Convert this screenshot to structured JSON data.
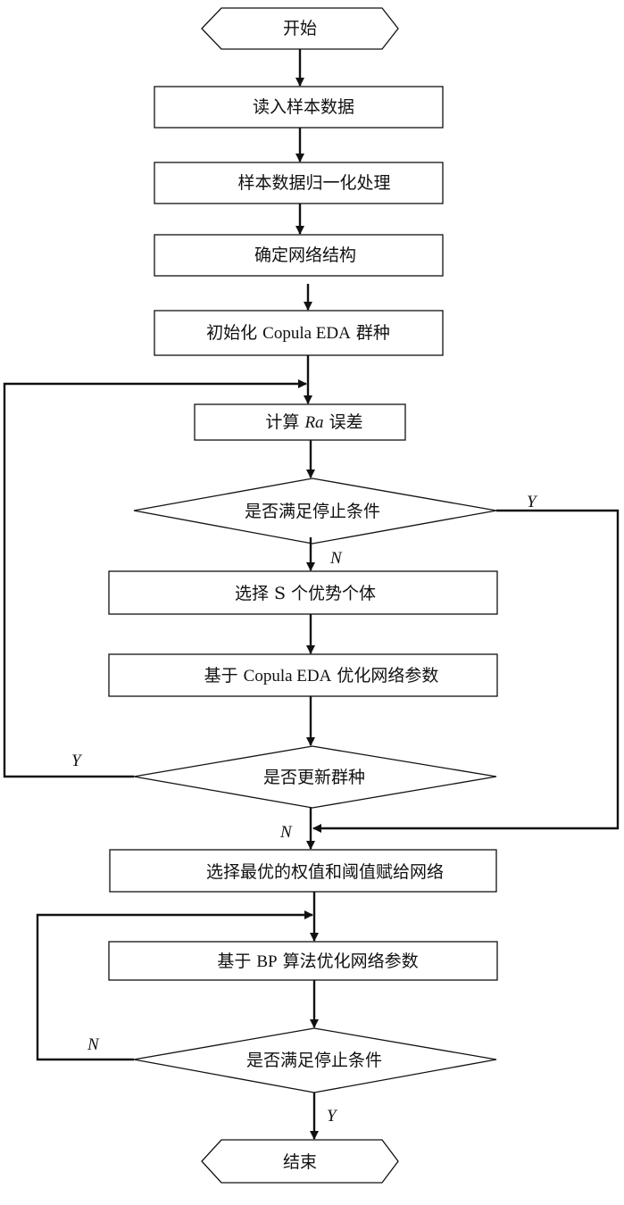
{
  "nodes": {
    "start": "开始",
    "read_data": "读入样本数据",
    "normalize": "样本数据归一化处理",
    "structure": "确定网络结构",
    "init_pop_a": "初始化 ",
    "init_pop_b": "Copula EDA",
    "init_pop_c": " 群种",
    "calc_a": "计算 ",
    "calc_b": "Ra",
    "calc_c": " 误差",
    "stop1": "是否满足停止条件",
    "select_s": "选择 S 个优势个体",
    "copula_opt_a": "基于 ",
    "copula_opt_b": "Copula EDA",
    "copula_opt_c": " 优化网络参数",
    "update_pop": "是否更新群种",
    "select_best": "选择最优的权值和阈值赋给网络",
    "bp_opt_a": "基于 ",
    "bp_opt_b": "BP",
    "bp_opt_c": " 算法优化网络参数",
    "stop2": "是否满足停止条件",
    "end": "结束"
  },
  "edge_labels": {
    "stop1_yes": "Y",
    "stop1_no": "N",
    "update_yes": "Y",
    "update_no": "N",
    "stop2_no": "N",
    "stop2_yes": "Y"
  }
}
